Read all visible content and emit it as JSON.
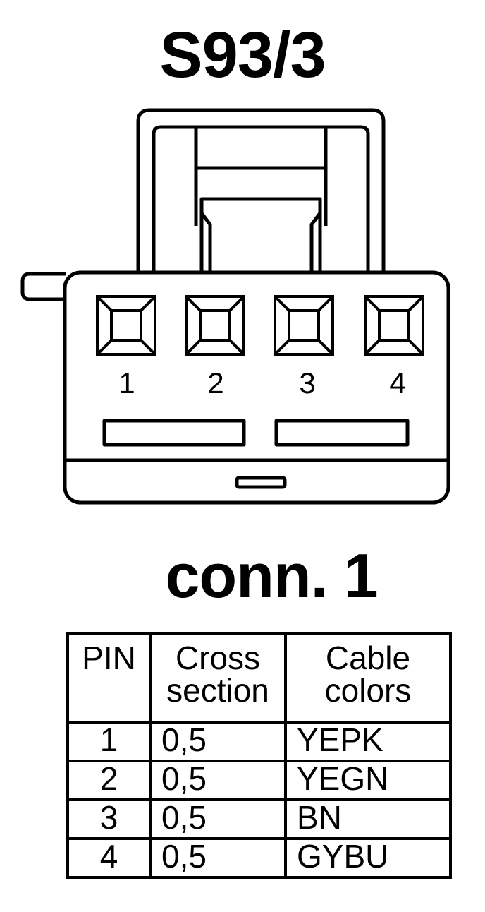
{
  "title": "S93/3",
  "connector": {
    "pins": [
      "1",
      "2",
      "3",
      "4"
    ]
  },
  "connector_label": "conn. 1",
  "table": {
    "headers": {
      "pin": "PIN",
      "cross_line1": "Cross",
      "cross_line2": "section",
      "cable_line1": "Cable",
      "cable_line2": "colors"
    },
    "rows": [
      {
        "pin": "1",
        "cross": "0,5",
        "color": "YEPK"
      },
      {
        "pin": "2",
        "cross": "0,5",
        "color": "YEGN"
      },
      {
        "pin": "3",
        "cross": "0,5",
        "color": "BN"
      },
      {
        "pin": "4",
        "cross": "0,5",
        "color": "GYBU"
      }
    ]
  }
}
